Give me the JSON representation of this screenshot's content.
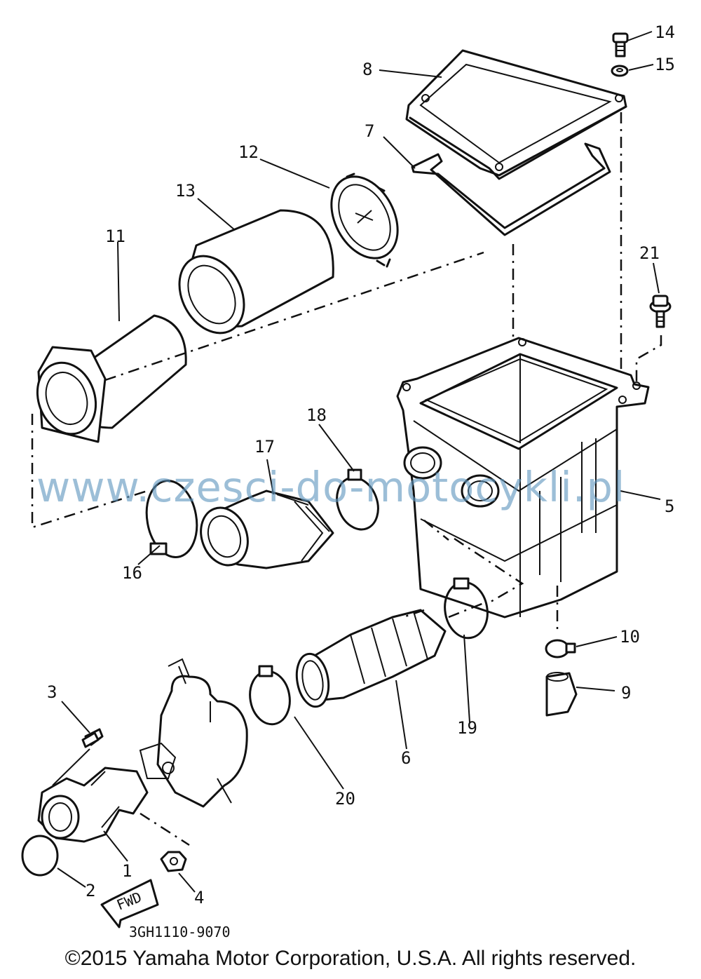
{
  "diagram": {
    "callouts": [
      "1",
      "2",
      "3",
      "4",
      "5",
      "6",
      "7",
      "8",
      "9",
      "10",
      "11",
      "12",
      "13",
      "14",
      "15",
      "16",
      "17",
      "18",
      "19",
      "20",
      "21"
    ],
    "fwd_label": "FWD",
    "drawing_code": "3GH1110-9070"
  },
  "watermark": "www.czesci-do-motocykli.pl",
  "copyright": "©2015 Yamaha Motor Corporation, U.S.A. All rights reserved.",
  "colors": {
    "line": "#111111",
    "watermark": "#6096be",
    "background": "#ffffff"
  }
}
